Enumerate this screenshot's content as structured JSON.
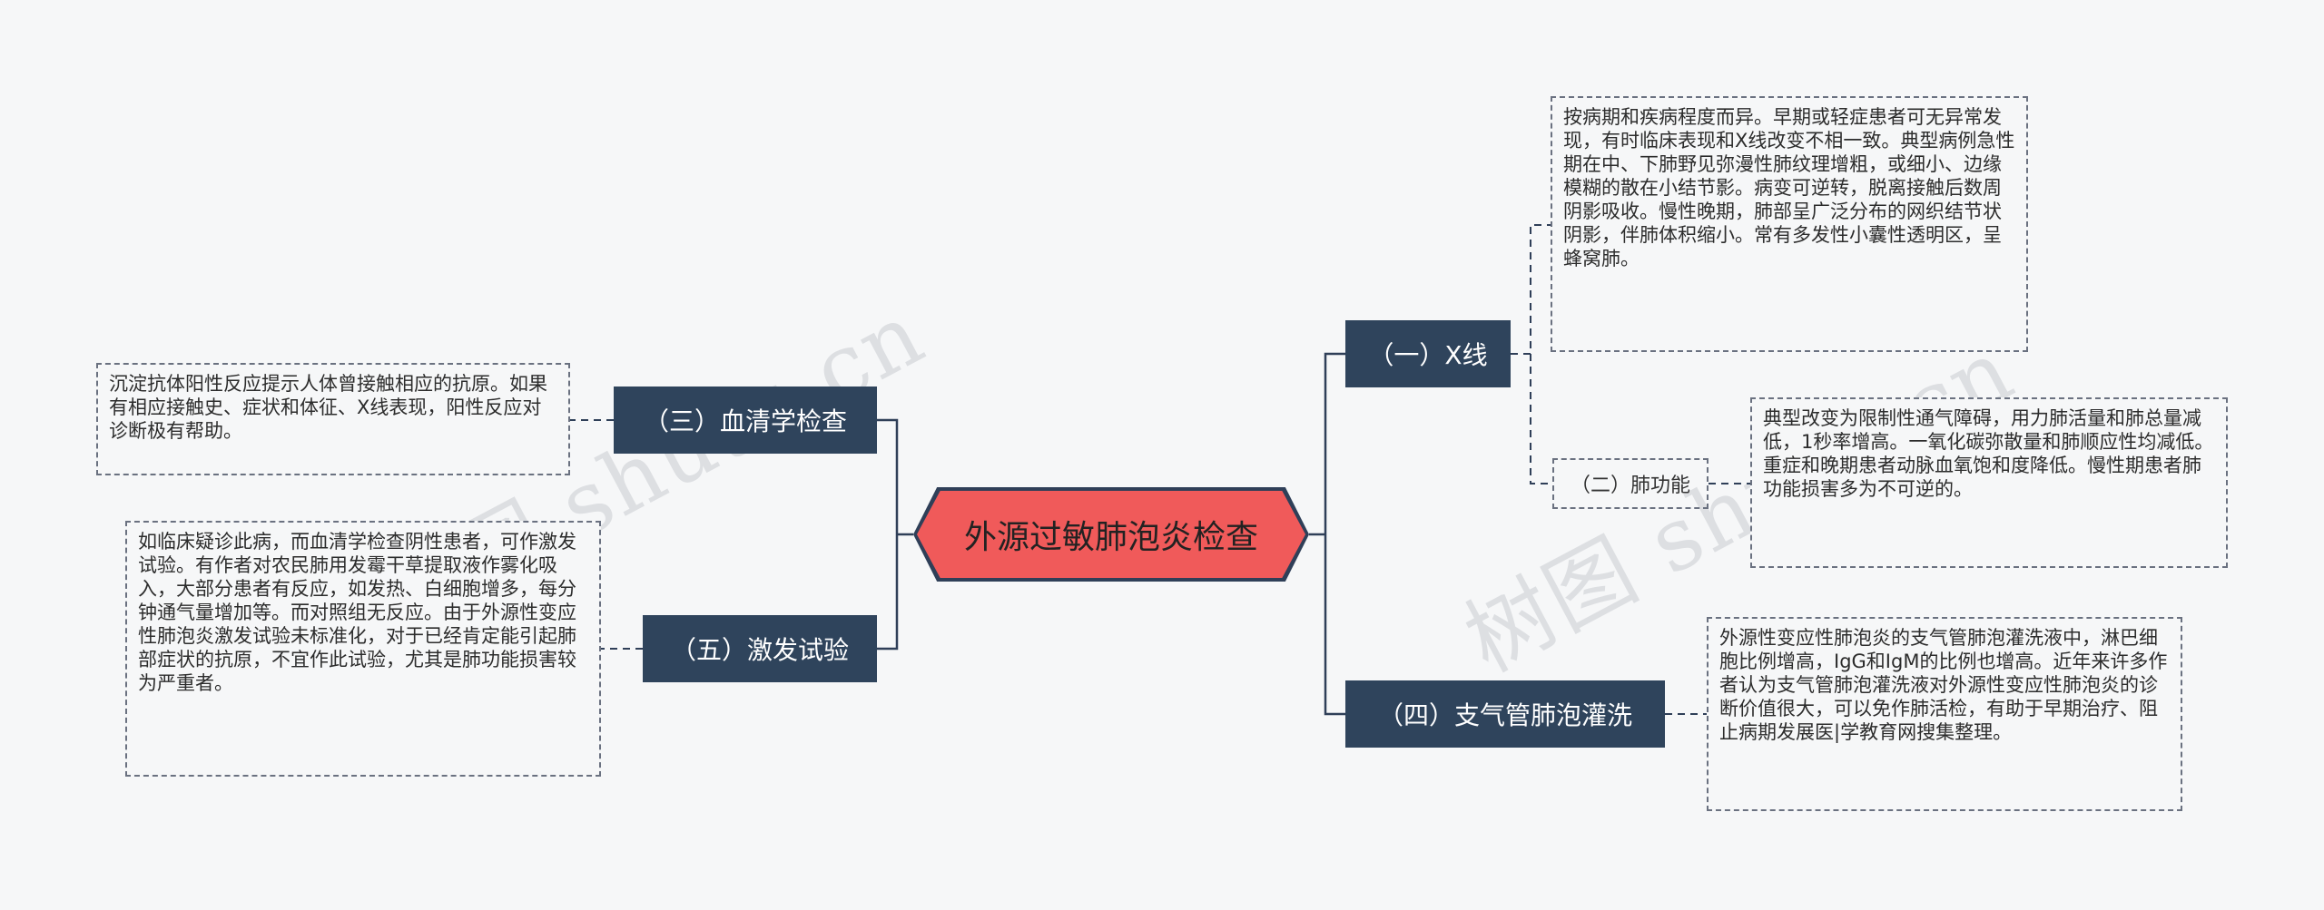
{
  "watermark": "树图 shutu.cn",
  "root": {
    "label": "外源过敏肺泡炎检查"
  },
  "branches": {
    "xray": {
      "label": "（一）X线",
      "note": "按病期和疾病程度而异。早期或轻症患者可无异常发现，有时临床表现和X线改变不相一致。典型病例急性期在中、下肺野见弥漫性肺纹理增粗，或细小、边缘模糊的散在小结节影。病变可逆转，脱离接触后数周阴影吸收。慢性晚期，肺部呈广泛分布的网织结节状阴影，伴肺体积缩小。常有多发性小囊性透明区，呈蜂窝肺。"
    },
    "lung_function": {
      "label": "（二）肺功能",
      "note": "典型改变为限制性通气障碍，用力肺活量和肺总量减低，1秒率增高。一氧化碳弥散量和肺顺应性均减低。重症和晚期患者动脉血氧饱和度降低。慢性期患者肺功能损害多为不可逆的。"
    },
    "serum": {
      "label": "（三）血清学检查",
      "note": "沉淀抗体阳性反应提示人体曾接触相应的抗原。如果有相应接触史、症状和体征、X线表现，阳性反应对诊断极有帮助。"
    },
    "lavage": {
      "label": "（四）支气管肺泡灌洗",
      "note": "外源性变应性肺泡炎的支气管肺泡灌洗液中，淋巴细胞比例增高，IgG和IgM的比例也增高。近年来许多作者认为支气管肺泡灌洗液对外源性变应性肺泡炎的诊断价值很大，可以免作肺活检，有助于早期治疗、阻止病期发展医|学教育网搜集整理。"
    },
    "provocation": {
      "label": "（五）激发试验",
      "note": "如临床疑诊此病，而血清学检查阴性患者，可作激发试验。有作者对农民肺用发霉干草提取液作雾化吸入，大部分患者有反应，如发热、白细胞增多，每分钟通气量增加等。而对照组无反应。由于外源性变应性肺泡炎激发试验未标准化，对于已经肯定能引起肺部症状的抗原，不宜作此试验，尤其是肺功能损害较为严重者。"
    }
  },
  "colors": {
    "root_fill": "#f05a5a",
    "branch_fill": "#2f445c",
    "connector": "#2f3f58",
    "background": "#f6f7f8"
  }
}
